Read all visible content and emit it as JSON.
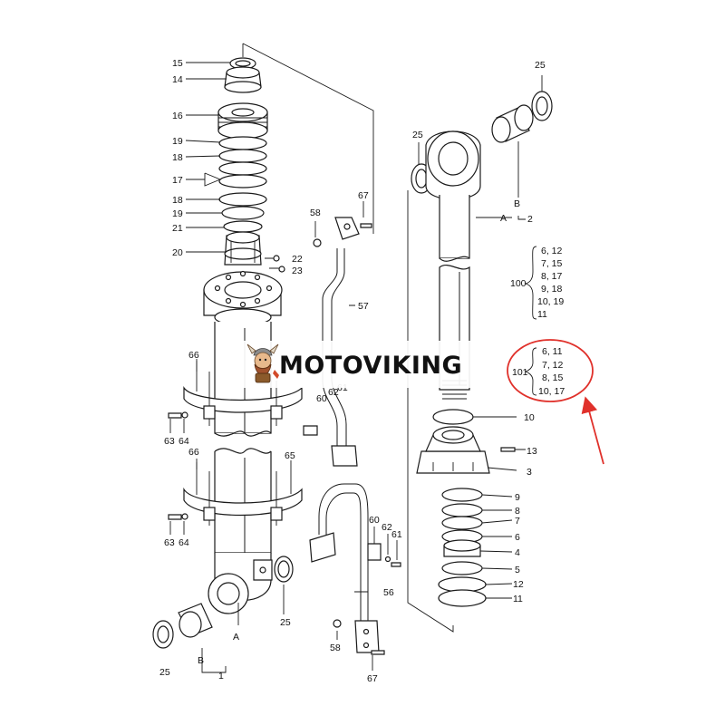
{
  "brand": {
    "name": "MOTOVIKING",
    "mascot_icon": "viking-mascot-icon"
  },
  "callouts": {
    "c15": "15",
    "c14": "14",
    "c16": "16",
    "c19a": "19",
    "c18a": "18",
    "c17": "17",
    "c18b": "18",
    "c19b": "19",
    "c21": "21",
    "c20": "20",
    "c22": "22",
    "c23": "23",
    "c58a": "58",
    "c67a": "67",
    "c57": "57",
    "c66a": "66",
    "c63a": "63",
    "c64a": "64",
    "c66b": "66",
    "c65": "65",
    "c63b": "63",
    "c64b": "64",
    "c60a": "60",
    "c62a": "62",
    "c61a": "61",
    "c60b": "60",
    "c62b": "62",
    "c61b": "61",
    "c56": "56",
    "c58b": "58",
    "c67b": "67",
    "c25a": "25",
    "c25b": "25",
    "c25c": "25",
    "c25d": "25",
    "cA1": "A",
    "cB1": "B",
    "c1": "1",
    "cA2": "A",
    "c2": "2",
    "cB2": "B",
    "c10": "10",
    "c13": "13",
    "c3": "3",
    "c9": "9",
    "c8": "8",
    "c7": "7",
    "c6": "6",
    "c4": "4",
    "c5": "5",
    "c12": "12",
    "c11": "11"
  },
  "kit_100": {
    "label": "100",
    "lines": [
      "6, 12",
      "7, 15",
      "8, 17",
      "9, 18",
      "10, 19",
      "11"
    ]
  },
  "kit_101": {
    "label": "101",
    "lines": [
      "6, 11",
      "7, 12",
      "8, 15",
      "10, 17"
    ]
  },
  "highlight": {
    "color": "#e0312b"
  }
}
